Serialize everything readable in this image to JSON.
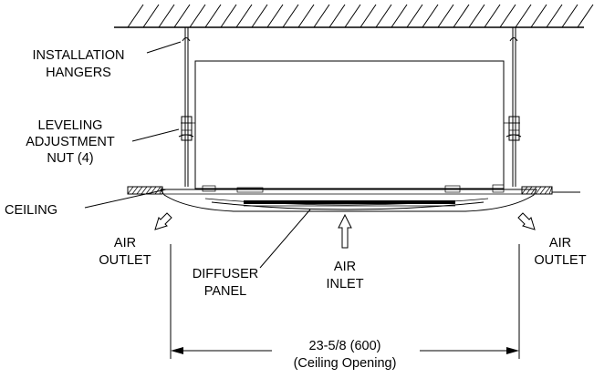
{
  "labels": {
    "installation_hangers": [
      "INSTALLATION",
      "HANGERS"
    ],
    "leveling_nut": [
      "LEVELING",
      "ADJUSTMENT",
      "NUT (4)"
    ],
    "ceiling": "CEILING",
    "air_outlet_left": [
      "AIR",
      "OUTLET"
    ],
    "air_outlet_right": [
      "AIR",
      "OUTLET"
    ],
    "diffuser_panel": [
      "DIFFUSER",
      "PANEL"
    ],
    "air_inlet": [
      "AIR",
      "INLET"
    ],
    "dimension": "23-5/8 (600)",
    "dimension_note": "(Ceiling Opening)"
  },
  "icons": [
    "ceiling-hatch",
    "hanger-rod",
    "leveling-nut",
    "air-flow-arrow",
    "dimension-arrow"
  ],
  "colors": {
    "line": "#000000",
    "background": "#ffffff"
  }
}
